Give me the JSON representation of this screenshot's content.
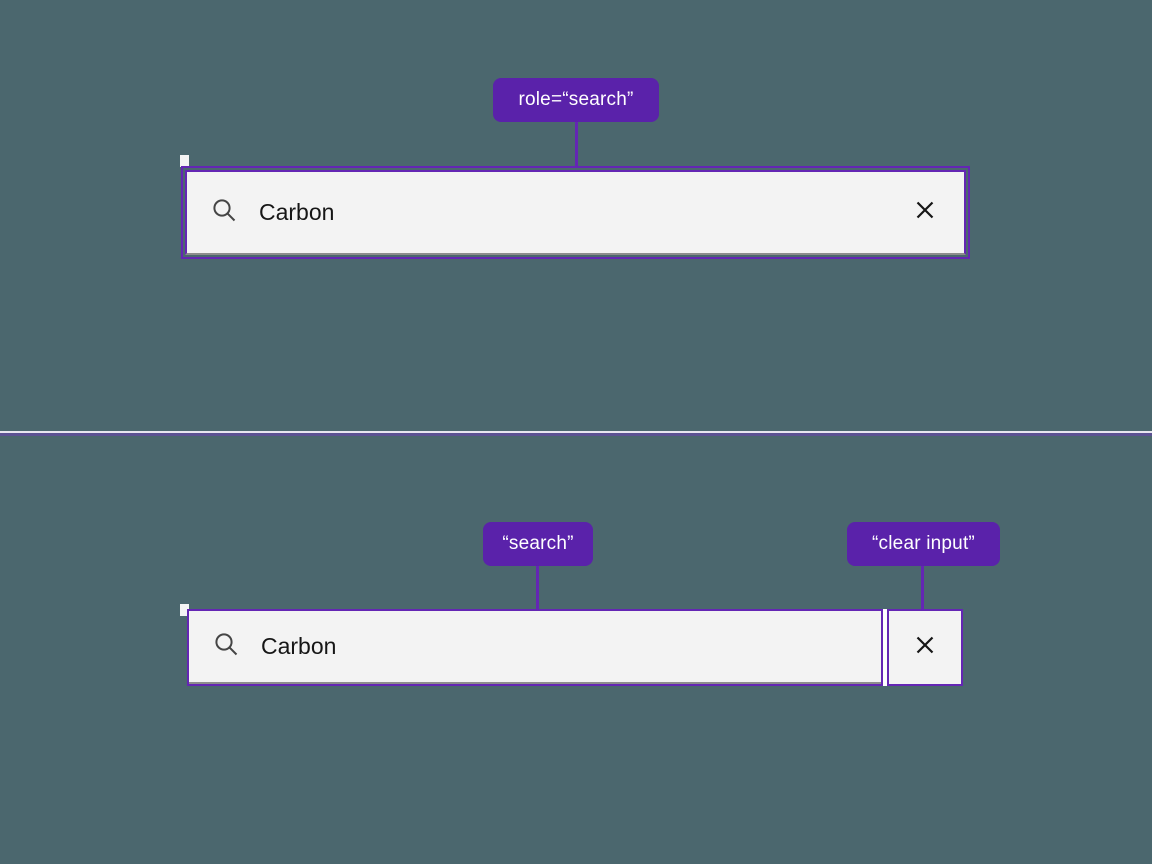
{
  "colors": {
    "background": "#4b676e",
    "badge_purple": "#5a22aa",
    "annotation_outline_purple": "#6426b4",
    "field_background": "#f3f3f3",
    "field_border_bottom": "#8d8d8d",
    "text": "#161616",
    "divider_light": "#e8e6f0",
    "divider_purple": "#5c5292"
  },
  "top_panel": {
    "annotation_badge_label": "role=“search”",
    "search": {
      "value": "Carbon",
      "search_icon": "magnifier-icon",
      "clear_icon": "x-icon"
    }
  },
  "bottom_panel": {
    "search_annotation_badge_label": "“search”",
    "clear_annotation_badge_label": "“clear input”",
    "search": {
      "value": "Carbon",
      "search_icon": "magnifier-icon",
      "clear_icon": "x-icon"
    }
  }
}
